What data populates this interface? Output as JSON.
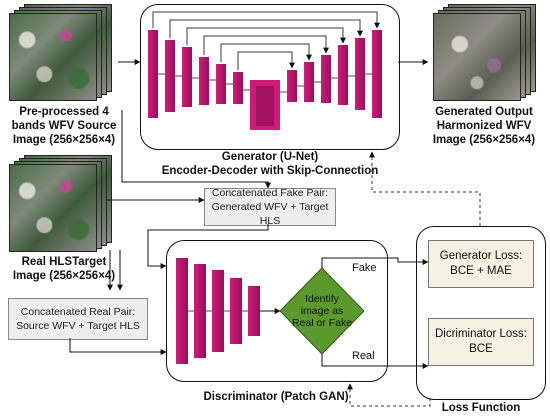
{
  "source": {
    "line1": "Pre-processed 4",
    "line2": "bands WFV Source",
    "line3": "Image (256×256×4)"
  },
  "target": {
    "line1": "Real HLSTarget",
    "line2": "Image (256×256×4)"
  },
  "output": {
    "line1": "Generated Output",
    "line2": "Harmonized WFV",
    "line3": "Image (256×256×4)"
  },
  "generator": {
    "line1": "Generator (U-Net)",
    "line2": "Encoder-Decoder with Skip-Connection"
  },
  "fake_pair": {
    "line1": "Concatenated Fake Pair:",
    "line2": "Generated WFV + Target HLS"
  },
  "real_pair": {
    "line1": "Concatenated Real Pair:",
    "line2": "Source WFV + Target HLS"
  },
  "discriminator": {
    "title": "Discriminator (Patch GAN)",
    "decision_line1": "Identify",
    "decision_line2": "image as",
    "decision_line3": "Real or Fake",
    "fake_label": "Fake",
    "real_label": "Real"
  },
  "loss": {
    "title": "Loss Function",
    "gen_line1": "Generator Loss:",
    "gen_line2": "BCE + MAE",
    "disc_line1": "Dicriminator Loss:",
    "disc_line2": "BCE"
  },
  "colors": {
    "layer": "#b8126a",
    "layer_dark": "#6b3a6b",
    "decision": "#5a9a2c",
    "loss_fill": "#f6f1e2",
    "pair_fill": "#eeeeee"
  }
}
